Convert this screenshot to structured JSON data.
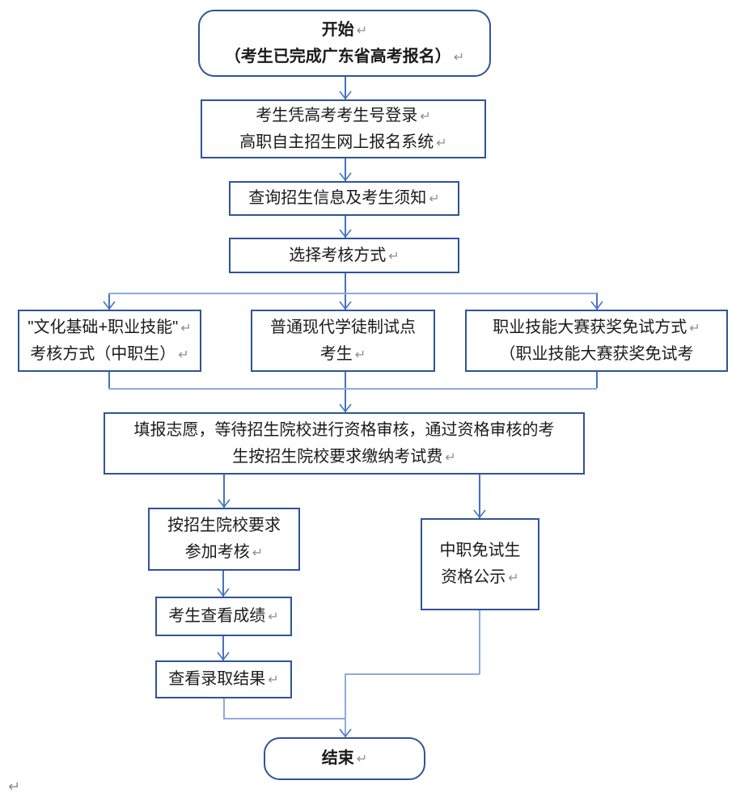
{
  "diagram": {
    "type": "flowchart",
    "language": "zh-CN",
    "return_mark": "↵",
    "colors": {
      "box_border": "#2F5496",
      "connector": "#4472C4",
      "connector_light": "#8FAADC",
      "text": "#1a1a1a",
      "paragraph_mark": "#8f8f8f",
      "background": "#ffffff"
    },
    "nodes": {
      "start": {
        "shape": "rounded",
        "lines": [
          {
            "text": "开始",
            "mark": true
          },
          {
            "text": "（考生已完成广东省高考报名）",
            "mark": true
          }
        ]
      },
      "login": {
        "shape": "rect",
        "lines": [
          {
            "text": "考生凭高考考生号登录",
            "mark": true
          },
          {
            "text": "高职自主招生网上报名系统",
            "mark": true
          }
        ]
      },
      "query": {
        "shape": "rect",
        "lines": [
          {
            "text": "查询招生信息及考生须知",
            "mark": true
          }
        ]
      },
      "choose": {
        "shape": "rect",
        "lines": [
          {
            "text": "选择考核方式",
            "mark": true
          }
        ]
      },
      "branch_culture": {
        "shape": "rect",
        "lines": [
          {
            "text": "\"文化基础+职业技能\"",
            "mark": true
          },
          {
            "text": "考核方式（中职生）",
            "mark": true
          }
        ]
      },
      "branch_apprentice": {
        "shape": "rect",
        "lines": [
          {
            "text": "普通现代学徒制试点",
            "mark": false
          },
          {
            "text": "考生",
            "mark": true
          }
        ]
      },
      "branch_skill": {
        "shape": "rect",
        "lines": [
          {
            "text": "职业技能大赛获奖免试方式",
            "mark": true
          },
          {
            "text": "（职业技能大赛获奖免试考",
            "mark": false
          }
        ]
      },
      "apply": {
        "shape": "rect",
        "lines": [
          {
            "text": "填报志愿，等待招生院校进行资格审核，通过资格审核的考",
            "mark": false
          },
          {
            "text": "生按招生院校要求缴纳考试费",
            "mark": true
          }
        ]
      },
      "exam": {
        "shape": "rect",
        "lines": [
          {
            "text": "按招生院校要求",
            "mark": false
          },
          {
            "text": "参加考核",
            "mark": true
          }
        ]
      },
      "publicity": {
        "shape": "rect",
        "lines": [
          {
            "text": "中职免试生",
            "mark": false
          },
          {
            "text": "资格公示",
            "mark": true
          }
        ]
      },
      "score": {
        "shape": "rect",
        "lines": [
          {
            "text": "考生查看成绩",
            "mark": true
          }
        ]
      },
      "result": {
        "shape": "rect",
        "lines": [
          {
            "text": "查看录取结果",
            "mark": true
          }
        ]
      },
      "end": {
        "shape": "rounded",
        "lines": [
          {
            "text": "结束",
            "mark": true
          }
        ]
      }
    },
    "edges": [
      {
        "from": "start",
        "to": "login"
      },
      {
        "from": "login",
        "to": "query"
      },
      {
        "from": "query",
        "to": "choose"
      },
      {
        "from": "choose",
        "to": "branch_culture"
      },
      {
        "from": "choose",
        "to": "branch_apprentice"
      },
      {
        "from": "choose",
        "to": "branch_skill"
      },
      {
        "from": "branch_culture",
        "to": "apply"
      },
      {
        "from": "branch_apprentice",
        "to": "apply"
      },
      {
        "from": "branch_skill",
        "to": "apply"
      },
      {
        "from": "apply",
        "to": "exam"
      },
      {
        "from": "apply",
        "to": "publicity"
      },
      {
        "from": "exam",
        "to": "score"
      },
      {
        "from": "score",
        "to": "result"
      },
      {
        "from": "result",
        "to": "end"
      },
      {
        "from": "publicity",
        "to": "end"
      }
    ],
    "page_trailing_mark": "↵"
  }
}
